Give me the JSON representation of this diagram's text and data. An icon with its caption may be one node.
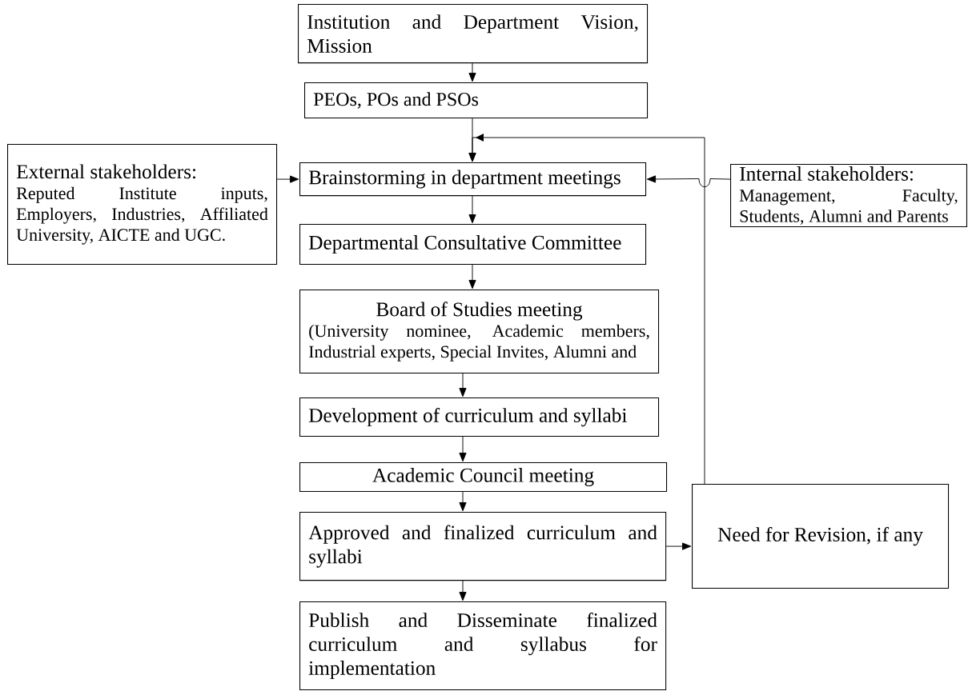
{
  "diagram": {
    "nodes": [
      {
        "text": [
          "Institution and Department Vision, Mission"
        ]
      },
      {
        "text": [
          "PEOs, POs and PSOs"
        ]
      },
      {
        "text": [
          "External stakeholders:",
          "Reputed Institute inputs, Employers, Industries, Affiliated University, AICTE and UGC."
        ]
      },
      {
        "text": [
          "Brainstorming in department meetings"
        ]
      },
      {
        "text": [
          "Internal stakeholders:",
          "Management, Faculty, Students, Alumni and Parents"
        ]
      },
      {
        "text": [
          "Departmental Consultative Committee"
        ]
      },
      {
        "text": [
          "Board of Studies meeting",
          "(University nominee, Academic members, Industrial experts, Special Invites, Alumni and"
        ]
      },
      {
        "text": [
          "Development of curriculum and syllabi"
        ]
      },
      {
        "text": [
          "Academic Council meeting"
        ]
      },
      {
        "text": [
          "Approved and finalized curriculum and syllabi"
        ]
      },
      {
        "text": [
          "Need for Revision, if any"
        ]
      },
      {
        "text": [
          "Publish and Disseminate finalized curriculum and syllabus for implementation"
        ]
      }
    ],
    "edges": [
      {
        "from": 0,
        "to": 1,
        "arrow": "to"
      },
      {
        "from": 1,
        "to": 3,
        "arrow": "to"
      },
      {
        "from": 2,
        "to": 3,
        "arrow": "to"
      },
      {
        "from": 4,
        "to": 3,
        "arrow": "to"
      },
      {
        "from": 3,
        "to": 5,
        "arrow": "to"
      },
      {
        "from": 5,
        "to": 6,
        "arrow": "to"
      },
      {
        "from": 6,
        "to": 7,
        "arrow": "to"
      },
      {
        "from": 7,
        "to": 8,
        "arrow": "to"
      },
      {
        "from": 8,
        "to": 9,
        "arrow": "to"
      },
      {
        "from": 9,
        "to": 10,
        "arrow": "to"
      },
      {
        "from": 9,
        "to": 11,
        "arrow": "to"
      },
      {
        "from": 10,
        "to": 3,
        "arrow": "to"
      }
    ]
  }
}
